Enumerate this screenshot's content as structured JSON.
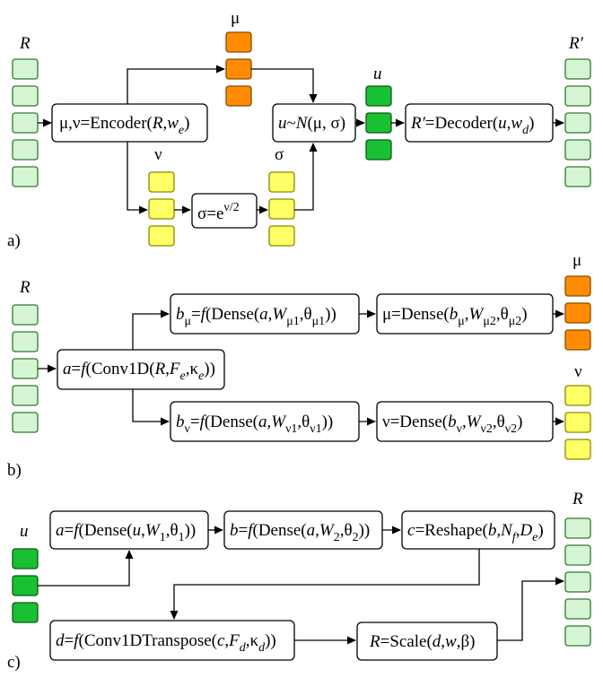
{
  "panels": {
    "a": {
      "label": "a)",
      "input_label": "R",
      "output_label": "R′",
      "mu_label": "μ",
      "nu_label": "ν",
      "sigma_label": "σ",
      "u_label": "u",
      "encoder": "μ,ν=Encoder(R,w_e)",
      "sigma_box": "σ=e^ν/2",
      "sampler": "u~N(μ, σ)",
      "decoder": "R′=Decoder(u,w_d)"
    },
    "b": {
      "label": "b)",
      "input_label": "R",
      "mu_label": "μ",
      "nu_label": "ν",
      "conv": "a=f(Conv1D(R,F_e,κ_e))",
      "dense_mu1": "b_μ=f(Dense(a,W_μ1,θ_μ1))",
      "dense_mu2": "μ=Dense(b_μ,W_μ2,θ_μ2)",
      "dense_nu1": "b_ν=f(Dense(a,W_ν1,θ_ν1))",
      "dense_nu2": "ν=Dense(b_ν,W_ν2,θ_ν2)"
    },
    "c": {
      "label": "c)",
      "input_label": "u",
      "output_label": "R",
      "dense1": "a=f(Dense(u,W_1,θ_1))",
      "dense2": "b=f(Dense(a,W_2,θ_2))",
      "reshape": "c=Reshape(b,N_f,D_e)",
      "convT": "d=f(Conv1DTranspose(c,F_d,κ_d))",
      "scale": "R=Scale(d,w,β)"
    }
  },
  "colors": {
    "input_fill": "#d5f5d5",
    "input_stroke": "#2f7a2f",
    "mu_fill": "#ff8c00",
    "mu_stroke": "#8a4a00",
    "nu_fill": "#ffff66",
    "nu_stroke": "#8a8a00",
    "u_fill": "#19c033",
    "u_stroke": "#0a5a14"
  }
}
